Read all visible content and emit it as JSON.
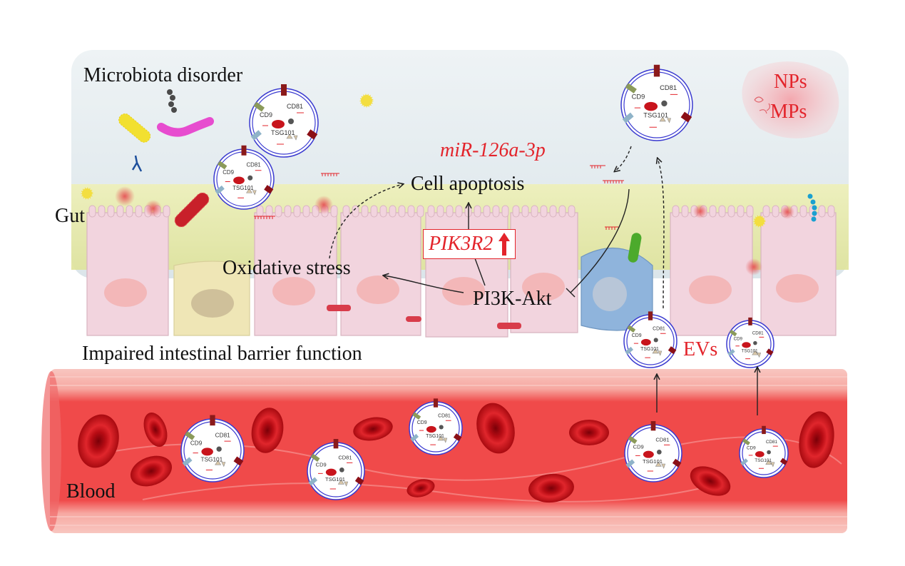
{
  "labels": {
    "microbiota": "Microbiota disorder",
    "gut": "Gut",
    "barrier": "Impaired intestinal barrier function",
    "blood": "Blood",
    "mirna": "miR-126a-3p",
    "apoptosis": "Cell apoptosis",
    "pik3r2": "PIK3R2",
    "oxidative": "Oxidative stress",
    "pi3k": "PI3K-Akt",
    "evs": "EVs",
    "nps": "NPs",
    "mps": "MPs"
  },
  "ev_markers": {
    "cd81": "CD81",
    "cd9": "CD9",
    "tsg101": "TSG101"
  },
  "colors": {
    "red_text": "#e3242b",
    "vesicle_ring": "#3a3ad0",
    "blood_vessel": "#ef4f4f",
    "mucus": "#e6ea9a",
    "lumen": "#dfe8ec",
    "cell": "#f2d4de"
  }
}
